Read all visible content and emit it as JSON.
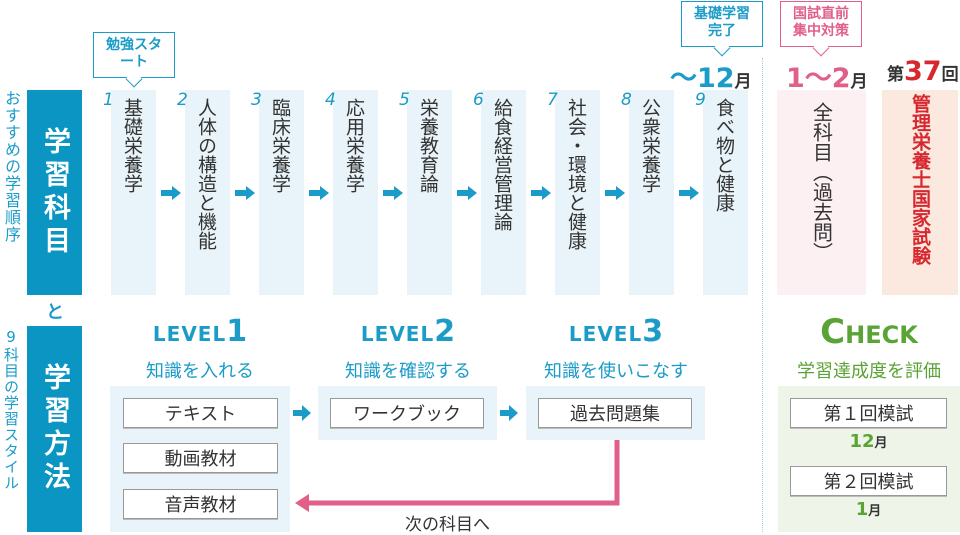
{
  "left_labels": {
    "recommended_order": "おすすめの学習順序",
    "subjects_box": "学習科目",
    "and": "と",
    "style_label": "9科目の学習スタイル",
    "methods_box": "学習方法"
  },
  "subjects": [
    {
      "num": "1",
      "name": "基礎栄養学"
    },
    {
      "num": "2",
      "name": "人体の構造と機能"
    },
    {
      "num": "3",
      "name": "臨床栄養学"
    },
    {
      "num": "4",
      "name": "応用栄養学"
    },
    {
      "num": "5",
      "name": "栄養教育論"
    },
    {
      "num": "6",
      "name": "給食経営管理論"
    },
    {
      "num": "7",
      "name": "社会・環境と健康"
    },
    {
      "num": "8",
      "name": "公衆栄養学"
    },
    {
      "num": "9",
      "name": "食べ物と健康"
    }
  ],
  "bubbles": {
    "start": "勉強スタート",
    "basic_done": "基礎学習完了",
    "intensive": "国試直前集中対策"
  },
  "timeline": {
    "basic_end": {
      "prefix": "〜",
      "num": "12",
      "unit": "月"
    },
    "intensive": {
      "num1": "1",
      "tilde": "〜",
      "num2": "2",
      "unit": "月"
    },
    "exam": {
      "prefix": "第",
      "num": "37",
      "unit": "回"
    }
  },
  "review_column": "全科目（過去問）",
  "exam_column": "管理栄養士国家試験",
  "levels": [
    {
      "word": "LEVEL",
      "num": "1",
      "subtitle": "知識を入れる",
      "items": [
        "テキスト",
        "動画教材",
        "音声教材"
      ]
    },
    {
      "word": "LEVEL",
      "num": "2",
      "subtitle": "知識を確認する",
      "items": [
        "ワークブック"
      ]
    },
    {
      "word": "LEVEL",
      "num": "3",
      "subtitle": "知識を使いこなす",
      "items": [
        "過去問題集"
      ]
    }
  ],
  "next_subject": "次の科目へ",
  "check": {
    "c": "C",
    "rest": "HECK",
    "subtitle": "学習達成度を評価",
    "mocks": [
      {
        "name": "第１回模試",
        "num": "12",
        "unit": "月"
      },
      {
        "name": "第２回模試",
        "num": "1",
        "unit": "月"
      }
    ]
  },
  "colors": {
    "blue": "#0a95c3",
    "pink": "#e0608a",
    "red": "#d7282f",
    "green": "#5aa335"
  }
}
